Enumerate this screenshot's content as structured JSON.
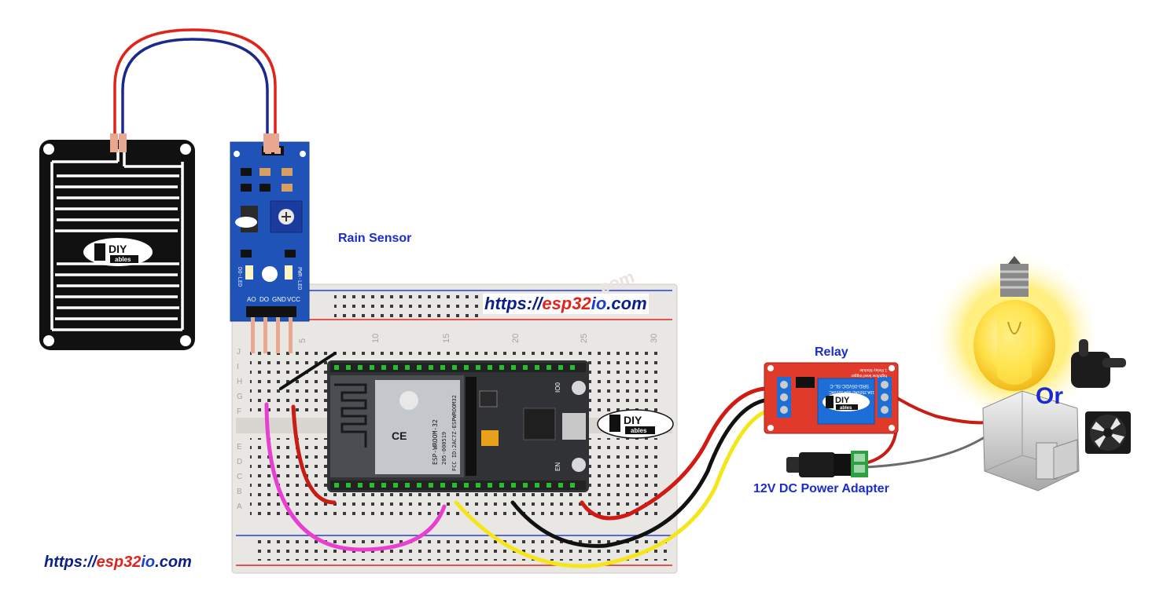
{
  "labels": {
    "rain_sensor": "Rain Sensor",
    "relay": "Relay",
    "power_adapter": "12V DC Power Adapter",
    "or": "Or"
  },
  "urls": {
    "part1": "https://",
    "part2": "esp32",
    "part3": "io",
    "part4": ".com"
  },
  "logo": {
    "diy": "DIY",
    "ables": "ables"
  },
  "sensor_pins": [
    "AO",
    "DO",
    "GND",
    "VCC"
  ],
  "sensor_leds": {
    "left": "DO-LED",
    "right": "PWR-LED"
  },
  "esp32": {
    "module": "ESP-WROOM-32",
    "fcc": "FCC ID:2AC7Z-ESPWROOM32",
    "code": "205-000519",
    "btn_left": "IO0",
    "btn_right": "EN"
  },
  "relay_module": {
    "title": "1 Relay Module",
    "trigger": "high/low level trigger",
    "part": "SRD-05VDC-SL-C",
    "specs": "10A 250VAC 10A 125VAC"
  },
  "breadboard": {
    "col_numbers": [
      "5",
      "10",
      "15",
      "20",
      "25",
      "30"
    ],
    "row_letters": [
      "J",
      "I",
      "H",
      "G",
      "F",
      "E",
      "D",
      "C",
      "B",
      "A"
    ]
  },
  "colors": {
    "red": "#e0241b",
    "black": "#111111",
    "yellow": "#f5e61a",
    "magenta": "#e83fd0",
    "blue_wire": "#1b2a8a"
  }
}
